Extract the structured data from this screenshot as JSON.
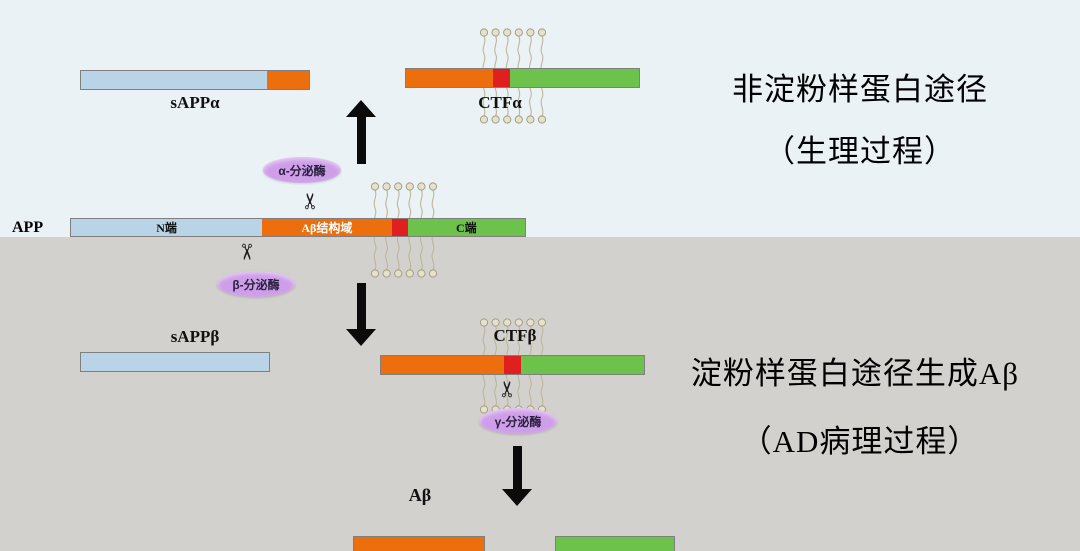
{
  "colors": {
    "bg_top": "#eaf2f6",
    "bg_bottom": "#d3d1ce",
    "blue": "#b9d4e7",
    "orange": "#ec6e0d",
    "red": "#e01f1f",
    "green": "#6dc24b",
    "purple": "#ce9ee8",
    "bar_border": "#7f7f7f",
    "arrow": "#0b0b0b"
  },
  "headings": {
    "nonamyloid_line1": "非淀粉样蛋白途径",
    "nonamyloid_line2": "（生理过程）",
    "amyloid_line1": "淀粉样蛋白途径生成Aβ",
    "amyloid_line2": "（AD病理过程）"
  },
  "app_bar": {
    "label": "APP",
    "n_terminal": "N端",
    "ab_domain": "Aβ结构域",
    "c_terminal": "C端"
  },
  "products": {
    "sapp_alpha": "sAPPα",
    "ctf_alpha": "CTFα",
    "sapp_beta": "sAPPβ",
    "ctf_beta": "CTFβ",
    "a_beta": "Aβ"
  },
  "enzymes": {
    "alpha": "α-分泌酶",
    "beta": "β-分泌酶",
    "gamma": "γ-分泌酶"
  },
  "icons": {
    "scissors": "✂"
  }
}
